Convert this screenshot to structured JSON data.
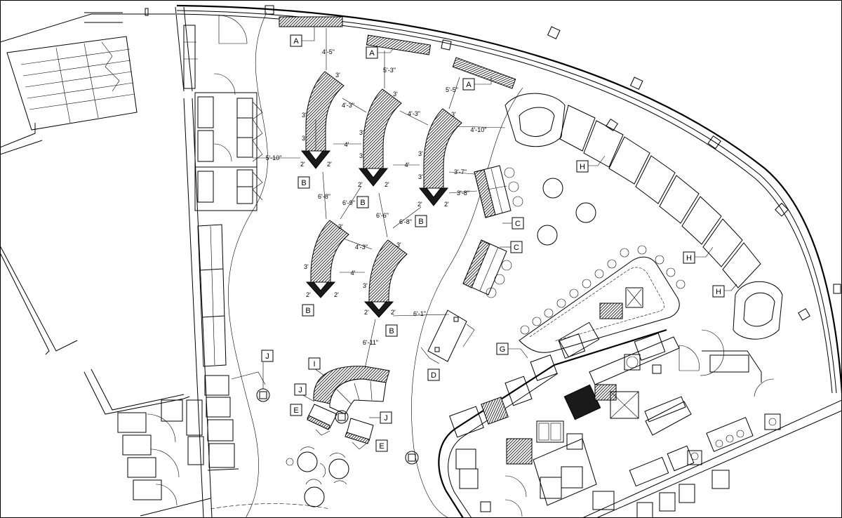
{
  "tags": {
    "a": "A",
    "b": "B",
    "c": "C",
    "d": "D",
    "e": "E",
    "g": "G",
    "h": "H",
    "i": "I",
    "j": "J"
  },
  "dimensions": {
    "d_4_5": "4'-5\"",
    "d_5_3": "5'-3\"",
    "d_5_5": "5'-5\"",
    "d_4_3": "4'-3\"",
    "d_4_10": "4'-10\"",
    "d_3": "3'",
    "d_2": "2'",
    "d_4": "4'",
    "d_5_10": "5'-10\"",
    "d_3_7": "3'-7\"",
    "d_3_8": "3'-8\"",
    "d_6_8": "6'-8\"",
    "d_6_9": "6'-9\"",
    "d_6_6": "6'-6\"",
    "d_6_1": "6'-1\"",
    "d_6_11": "6'-11\""
  }
}
